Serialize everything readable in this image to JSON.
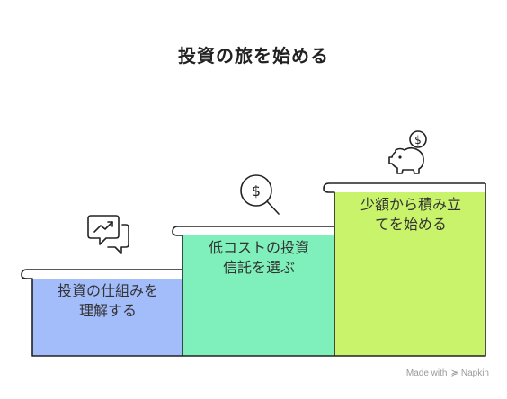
{
  "title": "投資の旅を始める",
  "steps": [
    {
      "line1": "投資の仕組みを",
      "line2": "理解する",
      "color": "#a3bdfb",
      "icon": "chart-chat-icon"
    },
    {
      "line1": "低コストの投資",
      "line2": "信託を選ぶ",
      "color": "#7ff0bb",
      "icon": "dollar-magnifier-icon"
    },
    {
      "line1": "少額から積み立",
      "line2": "てを始める",
      "color": "#c8f36a",
      "icon": "piggy-bank-icon"
    }
  ],
  "footer": {
    "made_with": "Made with",
    "brand": "Napkin"
  }
}
